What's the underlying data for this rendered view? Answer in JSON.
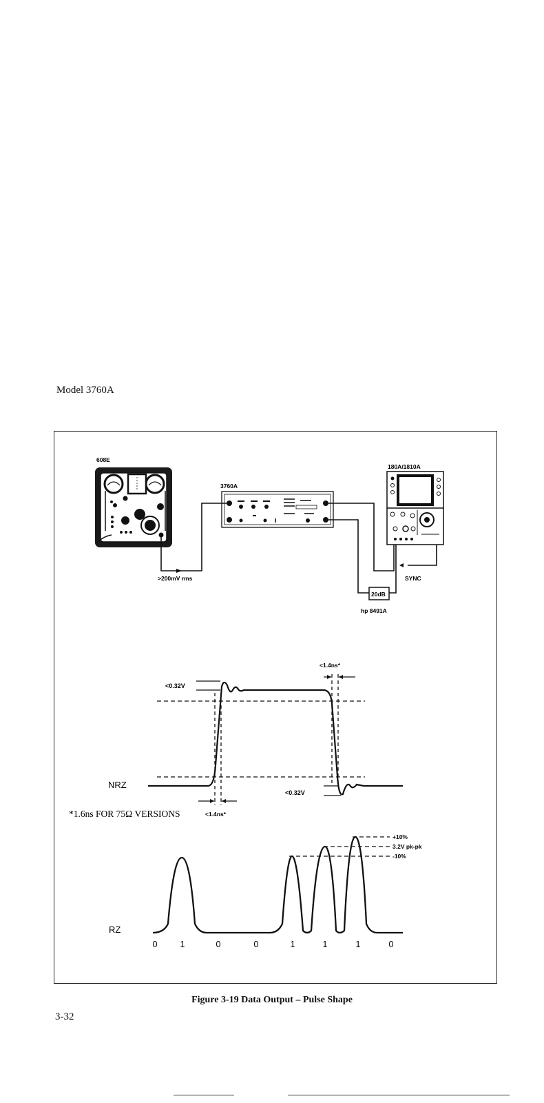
{
  "header": {
    "model": "Model 3760A"
  },
  "setup": {
    "instrument_608e": "608E",
    "instrument_3760a": "3760A",
    "instrument_scope": "180A/1810A",
    "signal_level": ">200mV rms",
    "sync_label": "SYNC",
    "attenuator_value": "20dB",
    "attenuator_model": "hp 8491A"
  },
  "nrz": {
    "label": "NRZ",
    "overshoot_top": "<0.32V",
    "overshoot_bottom": "<0.32V",
    "rise_time_top": "<1.4ns*",
    "rise_time_bottom": "<1.4ns*",
    "footnote": "*1.6ns FOR 75Ω VERSIONS"
  },
  "rz": {
    "label": "RZ",
    "bits": [
      "0",
      "1",
      "0",
      "0",
      "1",
      "1",
      "1",
      "0"
    ],
    "plus_tolerance": "+10%",
    "amplitude": "3.2V pk-pk",
    "minus_tolerance": "-10%"
  },
  "caption": "Figure 3-19  Data Output – Pulse Shape",
  "page_number": "3-32",
  "colors": {
    "ink": "#111111",
    "paper": "#ffffff"
  }
}
